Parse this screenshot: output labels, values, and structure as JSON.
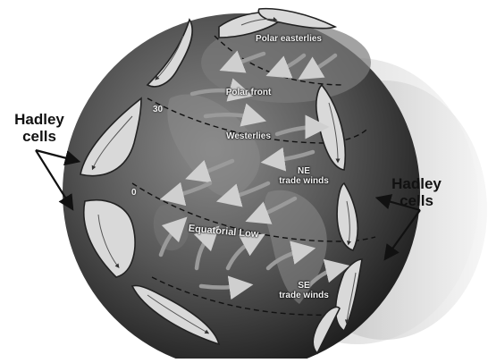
{
  "diagram": {
    "left_callout": {
      "line1": "Hadley",
      "line2": "cells"
    },
    "right_callout": {
      "line1": "Hadley",
      "line2": "cells"
    },
    "labels": {
      "polar_easterlies": "Polar easterlies",
      "polar_front": "Polar front",
      "westerlies": "Westerlies",
      "ne_trade_winds_1": "NE",
      "ne_trade_winds_2": "trade winds",
      "equatorial_low": "Equatorial Low",
      "se_trade_winds_1": "SE",
      "se_trade_winds_2": "trade winds",
      "lat_30": "30",
      "lat_0": "0"
    },
    "colors": {
      "globe_dark": "#3a3a3a",
      "globe_light": "#8a8a8a",
      "cell_fill": "#d9d9d9",
      "cell_stroke": "#222222",
      "arrow": "#9a9a9a",
      "shadow": "#cfcfcf"
    }
  }
}
